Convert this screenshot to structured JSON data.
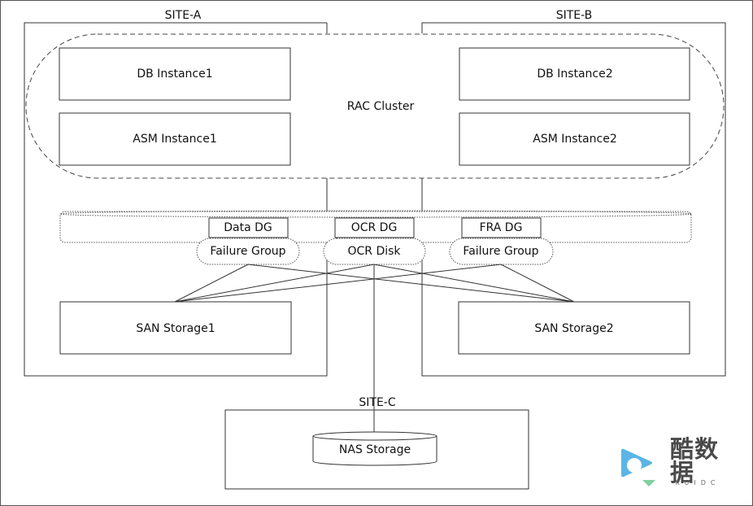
{
  "sites": {
    "a": "SITE-A",
    "b": "SITE-B",
    "c": "SITE-C"
  },
  "cluster": {
    "label": "RAC Cluster",
    "db1": "DB Instance1",
    "db2": "DB Instance2",
    "asm1": "ASM Instance1",
    "asm2": "ASM Instance2"
  },
  "disk_groups": {
    "data": "Data DG",
    "ocr": "OCR DG",
    "fra": "FRA DG"
  },
  "groups": {
    "failure_left": "Failure Group",
    "ocr_disk": "OCR Disk",
    "failure_right": "Failure Group"
  },
  "storage": {
    "san1": "SAN Storage1",
    "san2": "SAN Storage2",
    "nas": "NAS Storage"
  },
  "watermark": {
    "text": "酷数据",
    "sub": "KUIDC",
    "color": "#3fa8e0"
  }
}
